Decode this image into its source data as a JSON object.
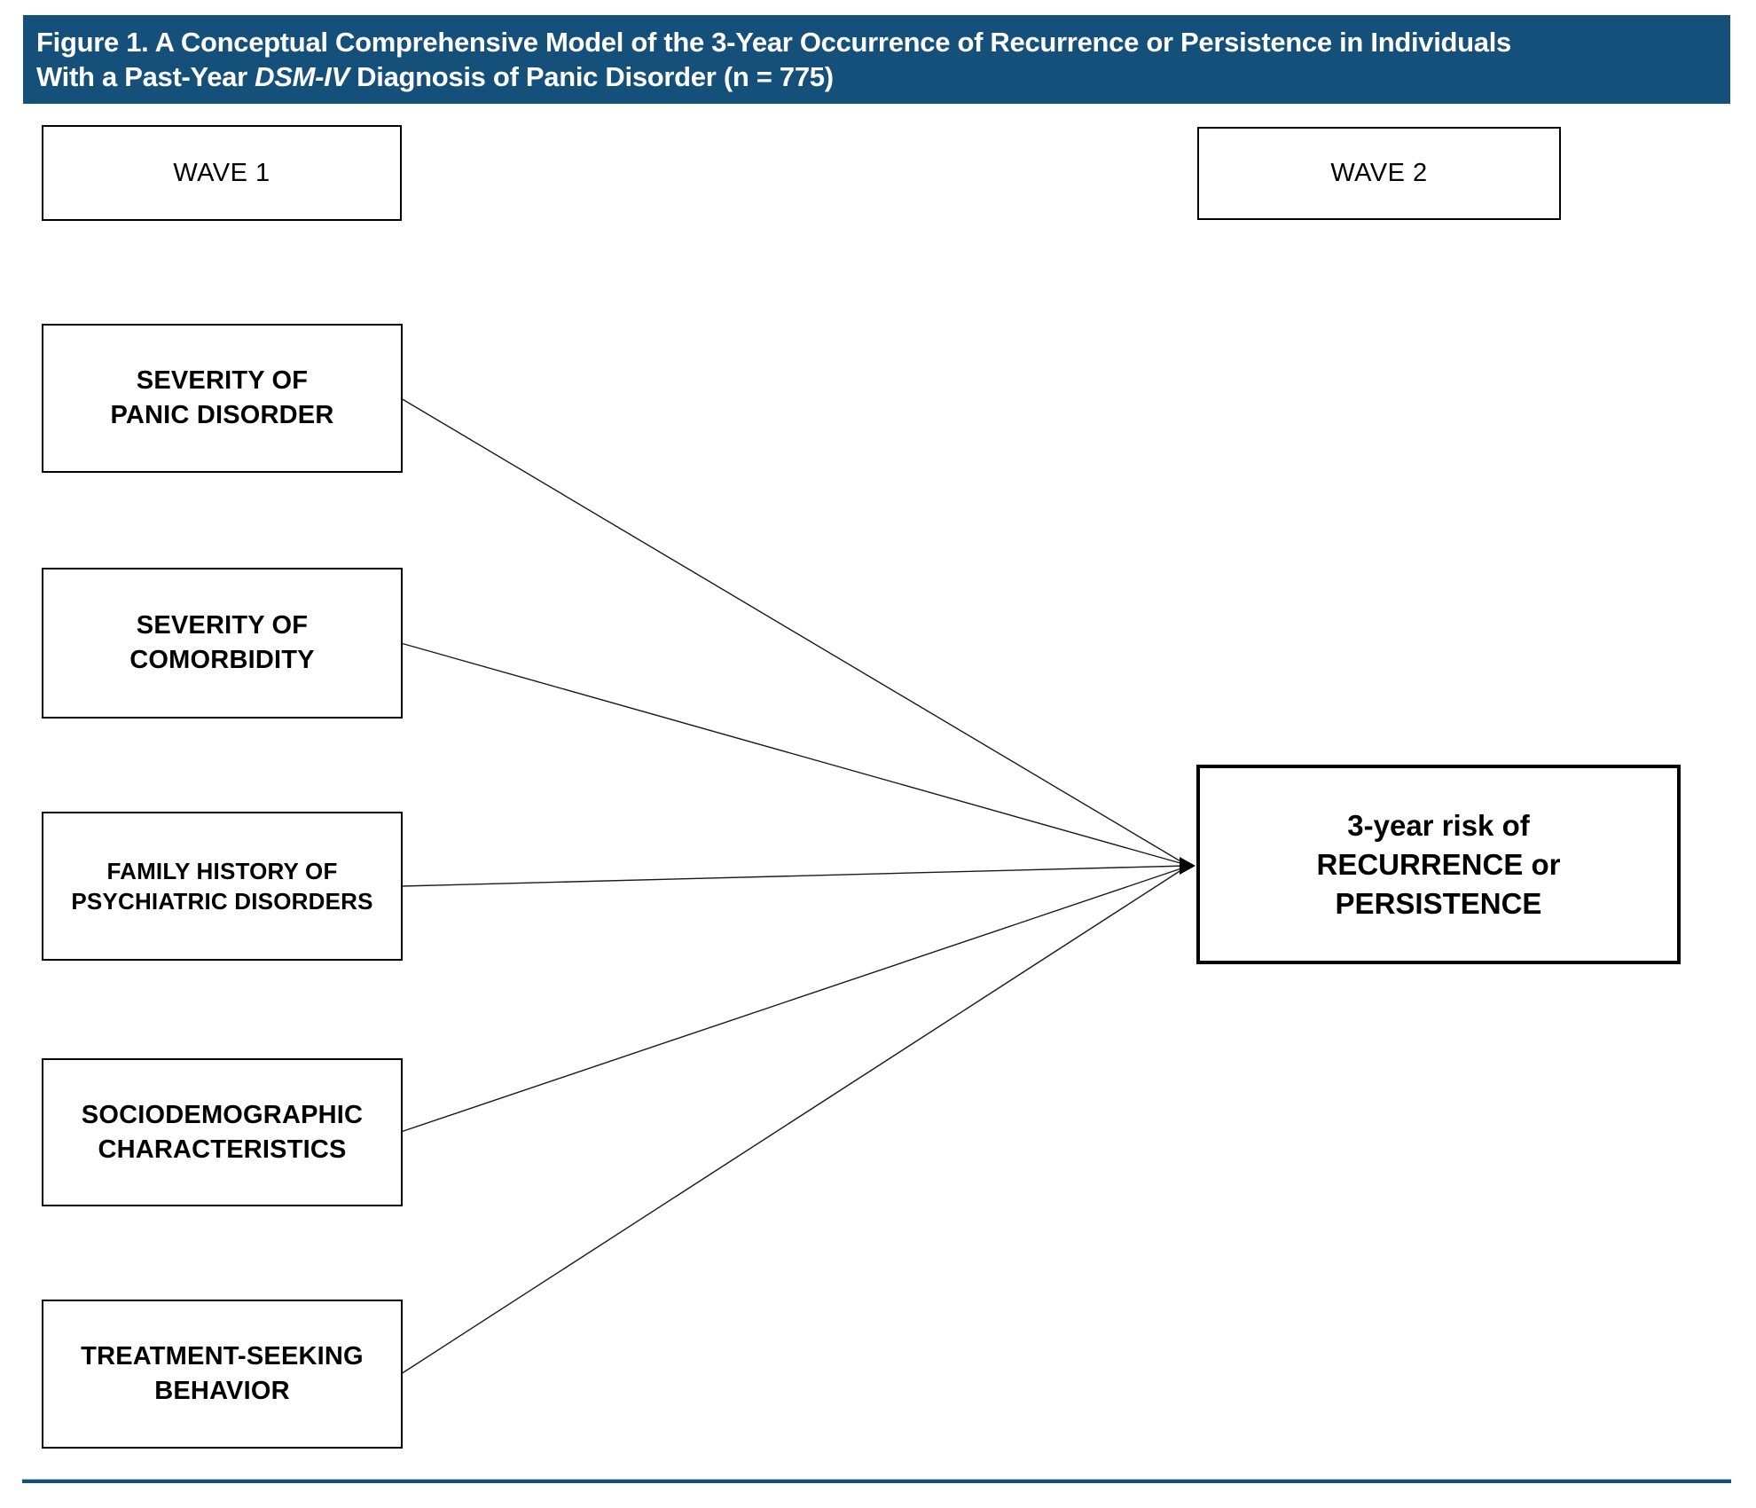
{
  "colors": {
    "header_bg": "#14507A",
    "divider": "#14507A",
    "box_border": "#000000",
    "connector": "#1a1a1a",
    "title_text": "#FFFFFF"
  },
  "header": {
    "title_line1": "Figure 1. A Conceptual Comprehensive Model of the 3-Year Occurrence of Recurrence or Persistence in Individuals",
    "title_line2_prefix": "With a Past-Year ",
    "title_line2_italic": "DSM-IV",
    "title_line2_suffix": " Diagnosis of Panic Disorder (n = 775)"
  },
  "diagram": {
    "wave1_label": "WAVE 1",
    "wave2_label": "WAVE 2",
    "predictors": [
      {
        "line1": "SEVERITY OF",
        "line2": "PANIC DISORDER"
      },
      {
        "line1": "SEVERITY OF",
        "line2": "COMORBIDITY"
      },
      {
        "line1": "FAMILY HISTORY OF",
        "line2": "PSYCHIATRIC DISORDERS"
      },
      {
        "line1": "SOCIODEMOGRAPHIC",
        "line2": "CHARACTERISTICS"
      },
      {
        "line1": "TREATMENT-SEEKING",
        "line2": "BEHAVIOR"
      }
    ],
    "outcome": {
      "line1": "3-year risk of",
      "line2": "RECURRENCE or",
      "line3": "PERSISTENCE"
    }
  }
}
